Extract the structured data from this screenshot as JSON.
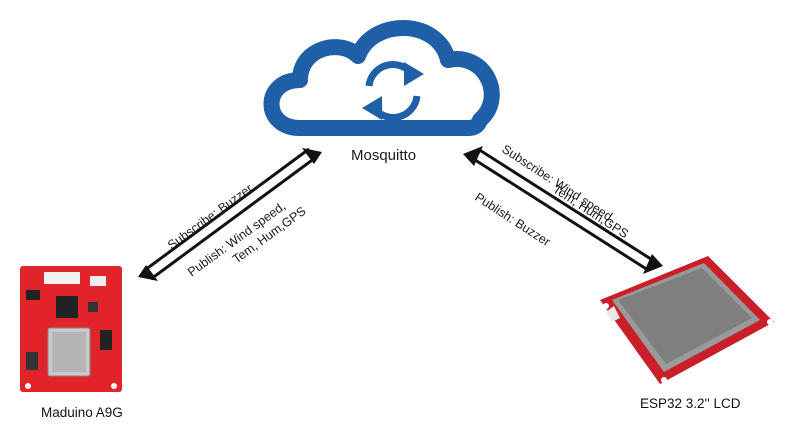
{
  "broker": {
    "name": "Mosquitto"
  },
  "devices": {
    "left": {
      "name": "Maduino A9G"
    },
    "right": {
      "name": "ESP32 3.2'' LCD"
    }
  },
  "links": {
    "left": {
      "subscribe": "Subscribe: Buzzer",
      "publish_line1": "Publish: Wind speed,",
      "publish_line2": "Tem, Hum,GPS"
    },
    "right": {
      "subscribe_line1": "Subscribe: Wind speed,",
      "subscribe_line2": "Tem, Hum,GPS",
      "publish": "Publish: Buzzer"
    }
  },
  "colors": {
    "cloud": "#1f5fa8",
    "board": "#e0242a",
    "arrow": "#111111"
  },
  "icons": [
    "cloud-icon",
    "sync-icon",
    "arrow-icon"
  ]
}
